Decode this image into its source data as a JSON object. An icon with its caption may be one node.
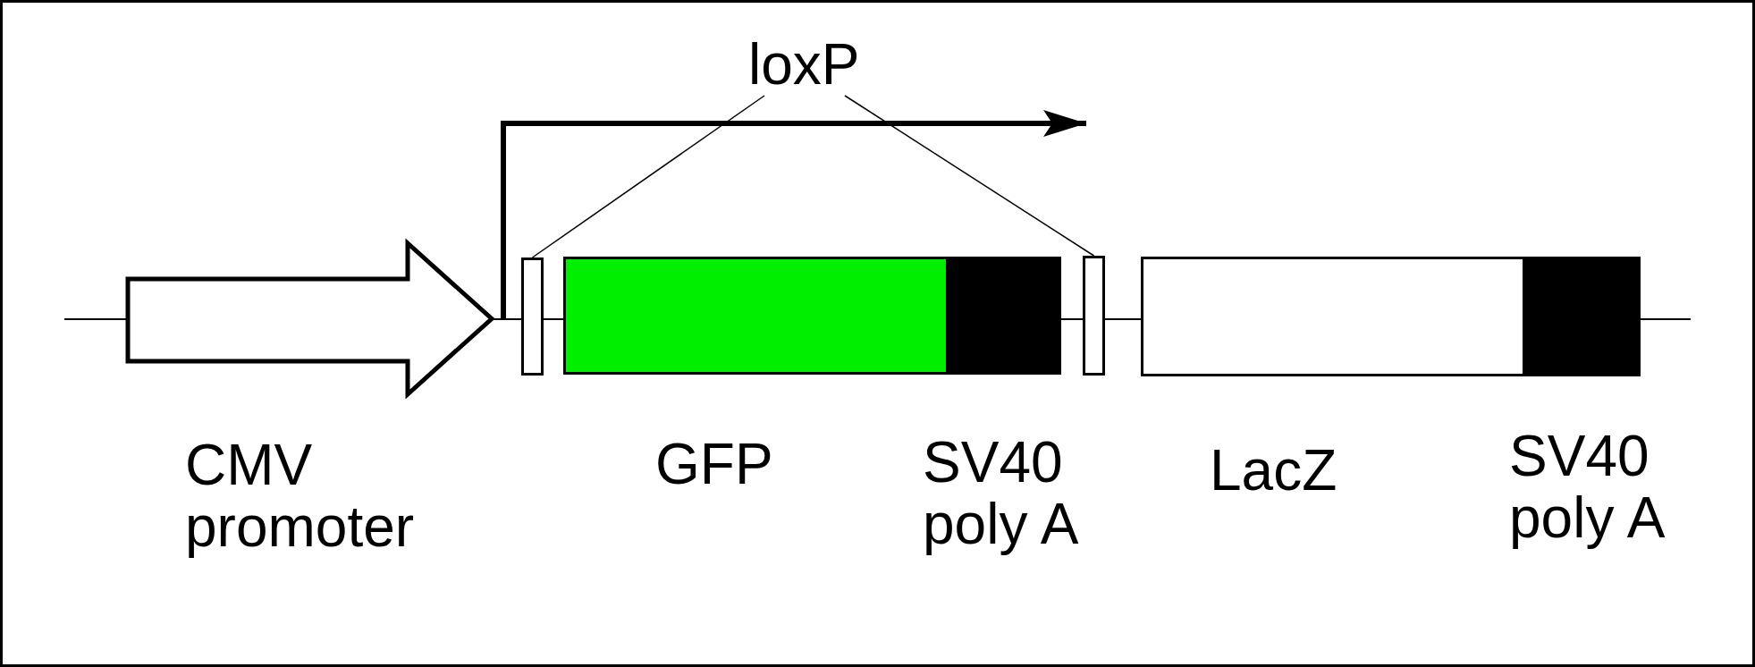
{
  "diagram": {
    "nodes": [
      {
        "text": [
          "loxP"
        ]
      },
      {
        "text": [
          "CMV promoter"
        ]
      },
      {
        "text": [],
        "shape": "box"
      },
      {
        "text": [
          "GFP"
        ]
      },
      {
        "text": [
          "SV40 poly A"
        ]
      },
      {
        "text": [],
        "shape": "box"
      },
      {
        "text": [
          "LacZ"
        ]
      },
      {
        "text": [
          "SV40 poly A"
        ]
      }
    ],
    "edges": [
      {
        "from": 0,
        "to": 2,
        "arrow": "none"
      },
      {
        "from": 0,
        "to": 5,
        "arrow": "none"
      }
    ]
  }
}
